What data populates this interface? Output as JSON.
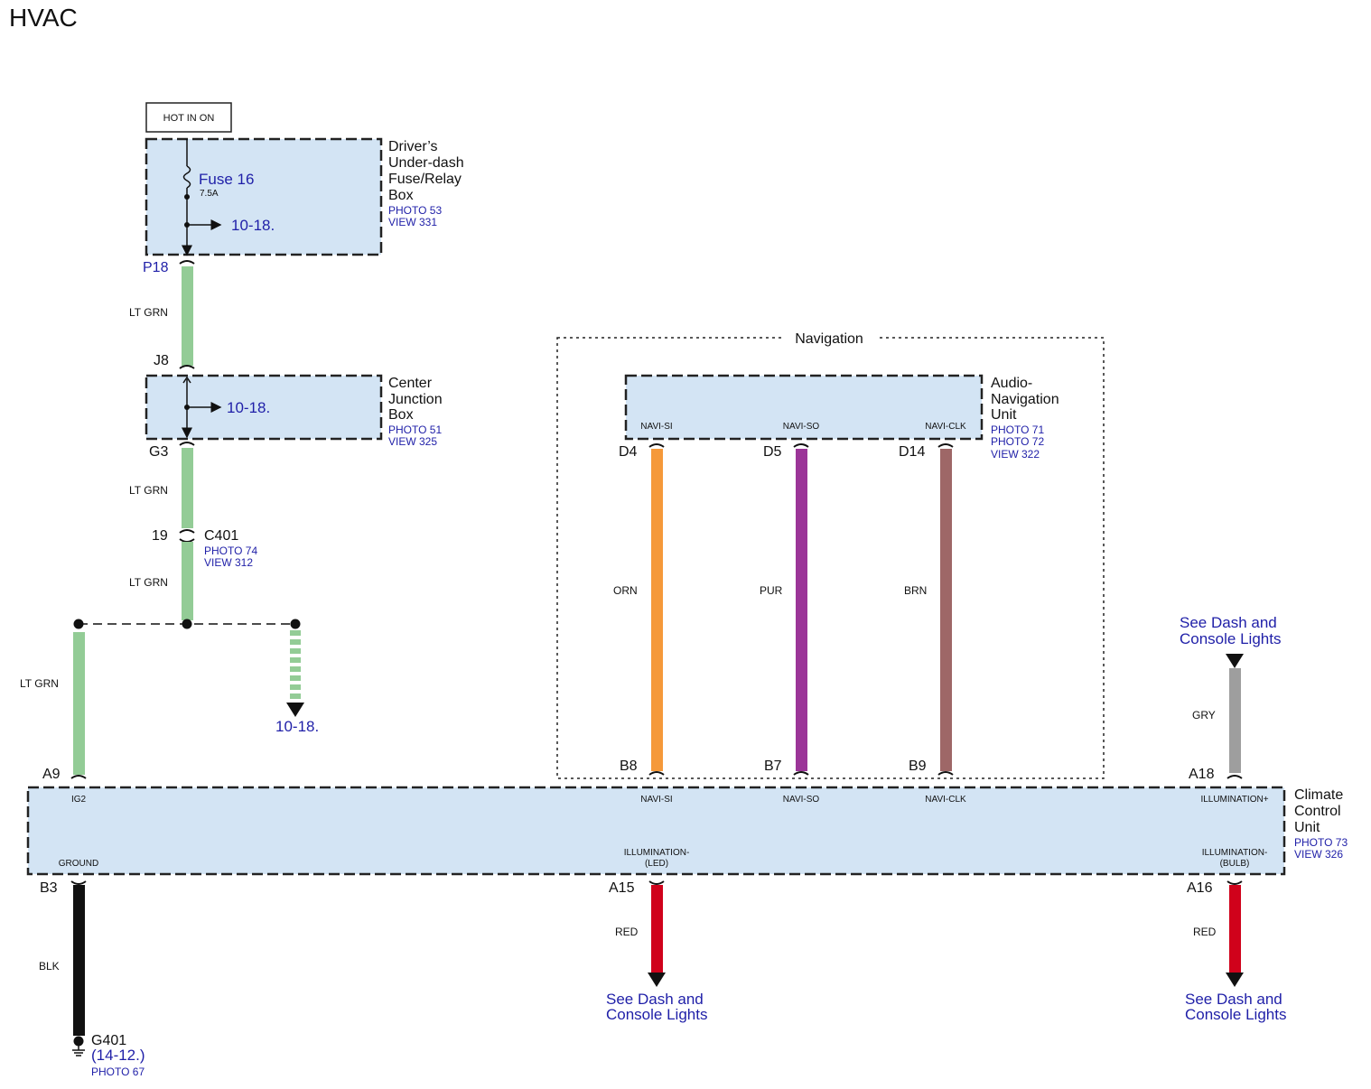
{
  "title": "HVAC",
  "power": {
    "label": "HOT IN ON"
  },
  "fuse_box": {
    "name_lines": [
      "Driver’s",
      "Under-dash",
      "Fuse/Relay",
      "Box"
    ],
    "photo": "PHOTO 53",
    "view": "VIEW 331",
    "fuse_name": "Fuse 16",
    "fuse_rating": "7.5A",
    "ref": "10-18.",
    "out_pin": "P18"
  },
  "junction_box": {
    "name_lines": [
      "Center",
      "Junction",
      "Box"
    ],
    "photo": "PHOTO 51",
    "view": "VIEW 325",
    "ref": "10-18.",
    "in_pin": "J8",
    "out_pin": "G3"
  },
  "connector_c401": {
    "name": "C401",
    "pin": "19",
    "photo": "PHOTO 74",
    "view": "VIEW 312"
  },
  "wire_colors": {
    "lt_grn": "LT GRN",
    "orn": "ORN",
    "pur": "PUR",
    "brn": "BRN",
    "gry": "GRY",
    "red": "RED",
    "blk": "BLK"
  },
  "splice_ref": "10-18.",
  "navigation": {
    "group_label": "Navigation",
    "unit_name_lines": [
      "Audio-",
      "Navigation",
      "Unit"
    ],
    "photos": [
      "PHOTO 71",
      "PHOTO 72"
    ],
    "view": "VIEW 322",
    "pins": [
      {
        "signal": "NAVI-SI",
        "top_pin": "D4",
        "bottom_pin": "B8",
        "color_key": "orn"
      },
      {
        "signal": "NAVI-SO",
        "top_pin": "D5",
        "bottom_pin": "B7",
        "color_key": "pur"
      },
      {
        "signal": "NAVI-CLK",
        "top_pin": "D14",
        "bottom_pin": "B9",
        "color_key": "brn"
      }
    ]
  },
  "climate_unit": {
    "name_lines": [
      "Climate",
      "Control",
      "Unit"
    ],
    "photo": "PHOTO 73",
    "view": "VIEW 326",
    "pins": {
      "ig2": {
        "label": "IG2",
        "pin": "A9"
      },
      "navi_si": {
        "label": "NAVI-SI"
      },
      "navi_so": {
        "label": "NAVI-SO"
      },
      "navi_clk": {
        "label": "NAVI-CLK"
      },
      "illum_plus": {
        "label": "ILLUMINATION+",
        "pin": "A18"
      },
      "ground": {
        "label": "GROUND",
        "pin": "B3"
      },
      "illum_led": {
        "label_lines": [
          "ILLUMINATION-",
          "(LED)"
        ],
        "pin": "A15"
      },
      "illum_bulb": {
        "label_lines": [
          "ILLUMINATION-",
          "(BULB)"
        ],
        "pin": "A16"
      }
    }
  },
  "see_dash": {
    "lines": [
      "See Dash and",
      "Console Lights"
    ]
  },
  "ground_point": {
    "name": "G401",
    "ref": "(14-12.)",
    "photo": "PHOTO 67"
  },
  "colors": {
    "lt_grn": "#93cc96",
    "orn": "#f5993a",
    "pur": "#9b3598",
    "brn": "#9e6767",
    "gry": "#9e9e9e",
    "red": "#d0021b",
    "blk": "#111111",
    "box_fill": "#d3e4f4",
    "link_blue": "#1f1fa8"
  }
}
